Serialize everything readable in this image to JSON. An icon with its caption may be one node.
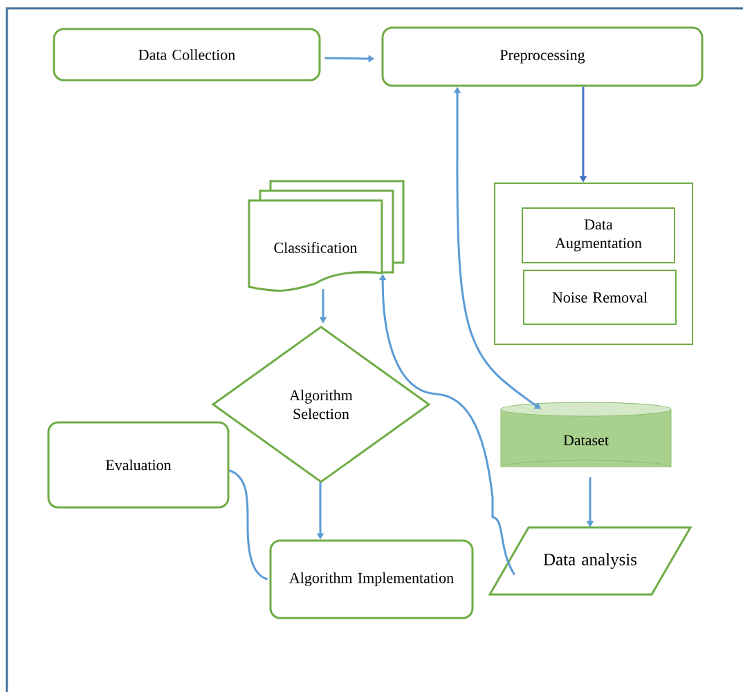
{
  "diagram": {
    "nodes": [
      {
        "text": [
          "Data Collection"
        ]
      },
      {
        "text": [
          "Preprocessing"
        ]
      },
      {
        "text": [],
        "shape": "box"
      },
      {
        "text": [
          "Data Augmentation"
        ],
        "in": 2
      },
      {
        "text": [
          "Noise Removal"
        ],
        "in": 2
      },
      {
        "text": [
          "Classification"
        ]
      },
      {
        "text": [
          "Algorithm Selection"
        ]
      },
      {
        "text": [
          "Evaluation"
        ]
      },
      {
        "text": [
          "Algorithm Implementation"
        ]
      },
      {
        "text": [
          "Dataset"
        ]
      },
      {
        "text": [
          "Data analysis"
        ]
      }
    ],
    "edges": [
      {
        "from": 0,
        "to": 1,
        "arrow": "to"
      },
      {
        "from": 1,
        "to": 2,
        "arrow": "to",
        "color": "#4472c4"
      },
      {
        "from": 1,
        "to": 9,
        "arrow": "both"
      },
      {
        "from": 10,
        "to": 5,
        "arrow": "to"
      },
      {
        "from": 5,
        "to": 6,
        "arrow": "to"
      },
      {
        "from": 6,
        "to": 8,
        "arrow": "to"
      },
      {
        "from": 7,
        "to": 8,
        "arrow": "none"
      },
      {
        "from": 9,
        "to": 10,
        "arrow": "to"
      }
    ]
  }
}
